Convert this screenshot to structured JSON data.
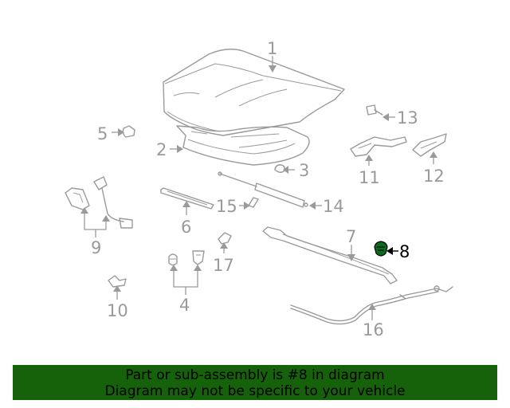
{
  "callouts": {
    "c1": "1",
    "c2": "2",
    "c3": "3",
    "c4": "4",
    "c5": "5",
    "c6": "6",
    "c7": "7",
    "c8": "8",
    "c9": "9",
    "c10": "10",
    "c11": "11",
    "c12": "12",
    "c13": "13",
    "c14": "14",
    "c15": "15",
    "c16": "16",
    "c17": "17"
  },
  "highlight": {
    "part": "8",
    "color": "#16620a"
  },
  "banner": {
    "line1": "Part or sub-assembly is #8 in diagram",
    "line2": "Diagram may not be specific to your vehicle",
    "background": "#16620a"
  }
}
